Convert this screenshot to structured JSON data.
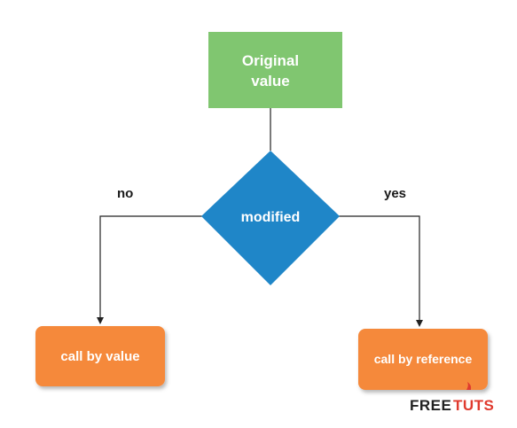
{
  "nodes": {
    "start": {
      "line1": "Original",
      "line2": "value",
      "color": "#80c670"
    },
    "decision": {
      "label": "modified",
      "color": "#1f86c8"
    },
    "left": {
      "label": "call by value",
      "color": "#f5893a"
    },
    "right": {
      "label": "call by reference",
      "color": "#f5893a"
    }
  },
  "edges": {
    "no_label": "no",
    "yes_label": "yes"
  },
  "logo": {
    "part1": "FREE",
    "part2": "TUTS",
    "color1": "#222222",
    "color2": "#e03a2e"
  },
  "colors": {
    "line": "#222222"
  }
}
